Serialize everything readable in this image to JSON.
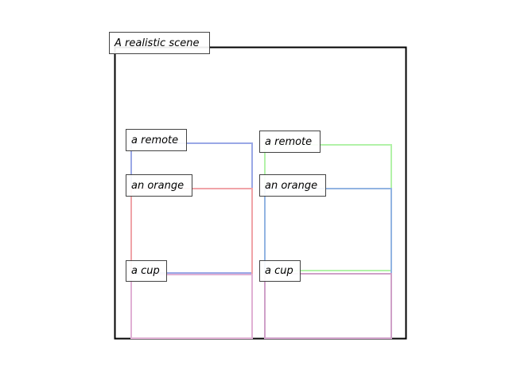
{
  "scene": {
    "title": "A realistic scene",
    "frame_color": "#000000"
  },
  "panels": [
    {
      "objects": [
        {
          "label": "a remote",
          "color": "#9aa8e6"
        },
        {
          "label": "an orange",
          "color": "#f0a3a8"
        },
        {
          "label": "a cup",
          "color": "#e0b0d4"
        }
      ]
    },
    {
      "objects": [
        {
          "label": "a remote",
          "color": "#b2f2a8"
        },
        {
          "label": "an orange",
          "color": "#92b4e2"
        },
        {
          "label": "a cup",
          "color": "#cfa0c8"
        }
      ]
    }
  ]
}
